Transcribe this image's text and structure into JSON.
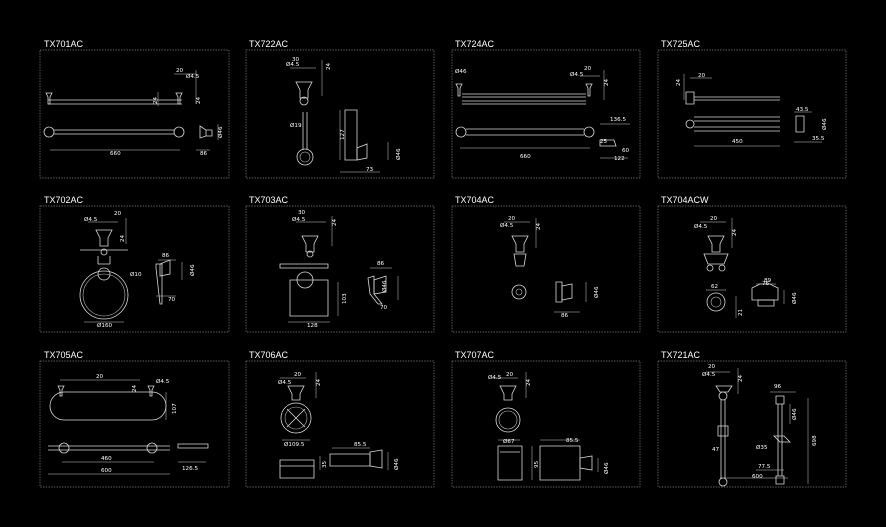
{
  "sheet": {
    "panels": [
      {
        "code": "TX701AC",
        "dims": [
          "20",
          "Ø4.5",
          "24",
          "24",
          "Ø46",
          "660",
          "86"
        ]
      },
      {
        "code": "TX722AC",
        "dims": [
          "30",
          "Ø4.5",
          "24",
          "Ø19",
          "127",
          "Ø46",
          "73"
        ]
      },
      {
        "code": "TX724AC",
        "dims": [
          "Ø46",
          "20",
          "Ø4.5",
          "24",
          "136.5",
          "660",
          "60",
          "122",
          "25"
        ]
      },
      {
        "code": "TX725AC",
        "dims": [
          "20",
          "24",
          "43.5",
          "Ø46",
          "450",
          "35.5"
        ]
      },
      {
        "code": "TX702AC",
        "dims": [
          "20",
          "Ø4.5",
          "24",
          "86",
          "Ø10",
          "Ø46",
          "70",
          "Ø160"
        ]
      },
      {
        "code": "TX703AC",
        "dims": [
          "30",
          "Ø4.5",
          "24",
          "86",
          "Ø46",
          "103",
          "128",
          "70"
        ]
      },
      {
        "code": "TX704AC",
        "dims": [
          "20",
          "Ø4.5",
          "24",
          "Ø46",
          "86"
        ]
      },
      {
        "code": "TX704ACW",
        "dims": [
          "20",
          "Ø4.5",
          "24",
          "89",
          "62",
          "Ø46",
          "21",
          "76"
        ]
      },
      {
        "code": "TX705AC",
        "dims": [
          "20",
          "Ø4.5",
          "24",
          "107",
          "460",
          "600",
          "126.5"
        ]
      },
      {
        "code": "TX706AC",
        "dims": [
          "20",
          "Ø4.5",
          "24",
          "Ø109.5",
          "85.5",
          "Ø46",
          "35"
        ]
      },
      {
        "code": "TX707AC",
        "dims": [
          "20",
          "Ø4.5",
          "24",
          "Ø67",
          "85.5",
          "Ø46",
          "95"
        ]
      },
      {
        "code": "TX721AC",
        "dims": [
          "20",
          "Ø4.5",
          "24",
          "96",
          "Ø46",
          "Ø35",
          "47",
          "698",
          "77.5",
          "600"
        ]
      }
    ]
  }
}
